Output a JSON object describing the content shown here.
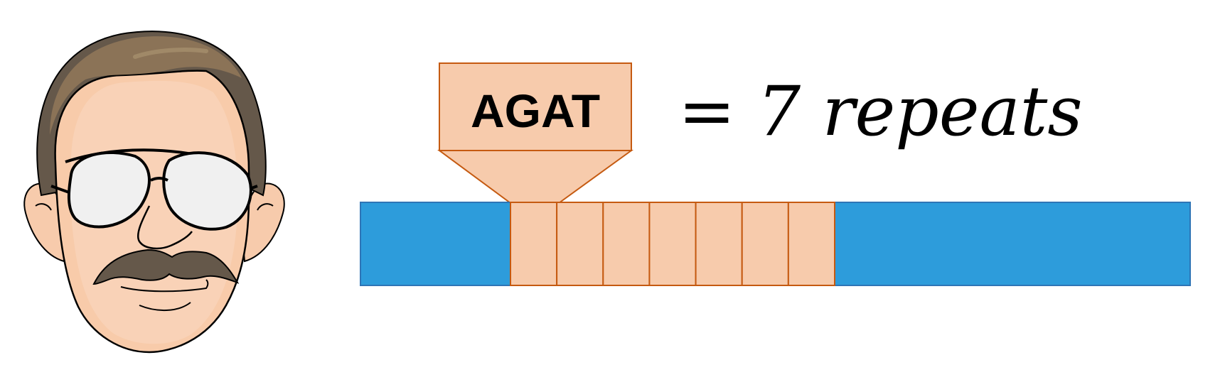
{
  "motif": {
    "sequence": "AGAT"
  },
  "equation": {
    "text": "= 7 repeats"
  },
  "repeat_count": 7,
  "colors": {
    "flank": "#2D9CDB",
    "flank_border": "#2E75B6",
    "repeat_fill": "#F7CBAC",
    "repeat_border": "#C55A11",
    "text": "#000000"
  },
  "icons": {
    "person": "cartoon-man-with-glasses-and-mustache-icon"
  }
}
